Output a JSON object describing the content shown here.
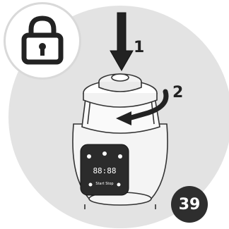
{
  "steps": {
    "step1_label": "1",
    "step2_label": "2"
  },
  "page_number": "39",
  "icons": {
    "badge": "padlock-icon",
    "press_arrow": "arrow-down-icon",
    "rotate_arrow": "arrow-rotate-icon"
  },
  "control_panel": {
    "display_text": "88:88",
    "button_text": "Start\nStop"
  },
  "colors": {
    "background_circle": "#e3e3e3",
    "badge_circle": "#ffffff",
    "ink": "#222222",
    "page_badge": "#2e2e2e"
  }
}
